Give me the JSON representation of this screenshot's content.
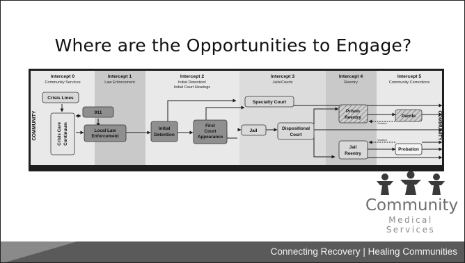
{
  "slide": {
    "title": "Where are the Opportunities to Engage?",
    "footer_tagline": "Connecting Recovery | Healing Communities"
  },
  "diagram": {
    "intercepts": [
      {
        "label": "Intercept 0",
        "sub": "Community Services"
      },
      {
        "label": "Intercept 1",
        "sub": "Law Enforcement"
      },
      {
        "label": "Intercept 2",
        "sub": "Initial Detention/",
        "sub2": "Initial Court Hearings"
      },
      {
        "label": "Intercept 3",
        "sub": "Jails/Courts"
      },
      {
        "label": "Intercept 4",
        "sub": "Reentry"
      },
      {
        "label": "Intercept 5",
        "sub": "Community Corrections"
      }
    ],
    "side_label_left": "COMMUNITY",
    "side_label_right": "COMMUNITY",
    "nodes": {
      "crisis_lines": "Crisis Lines",
      "crisis_care_1": "Crisis Care",
      "crisis_care_2": "Continuum",
      "n911": "911",
      "local_law_1": "Local Law",
      "local_law_2": "Enforcement",
      "initial_detention_1": "Initial",
      "initial_detention_2": "Detention",
      "first_court_1": "First",
      "first_court_2": "Court",
      "first_court_3": "Appearance",
      "specialty_court": "Specialty Court",
      "jail": "Jail",
      "dispositional_1": "Dispositional",
      "dispositional_2": "Court",
      "prison_reentry_1": "Prison",
      "prison_reentry_2": "Reentry",
      "jail_reentry_1": "Jail",
      "jail_reentry_2": "Reentry",
      "parole": "Parole",
      "probation": "Probation",
      "violation_1": "Violation",
      "violation_2": "Violation"
    }
  },
  "logo": {
    "name": "Community",
    "sub": "Medical Services"
  },
  "colors": {
    "footer": "#5a5a5a",
    "footer_wedge": "#8a8a8a",
    "diagram_band_dark": "#c9c9c9",
    "diagram_band_light": "#e9e9e9",
    "node_fill": "#d9d9d9",
    "node_fill_dark": "#8f8f8f"
  }
}
